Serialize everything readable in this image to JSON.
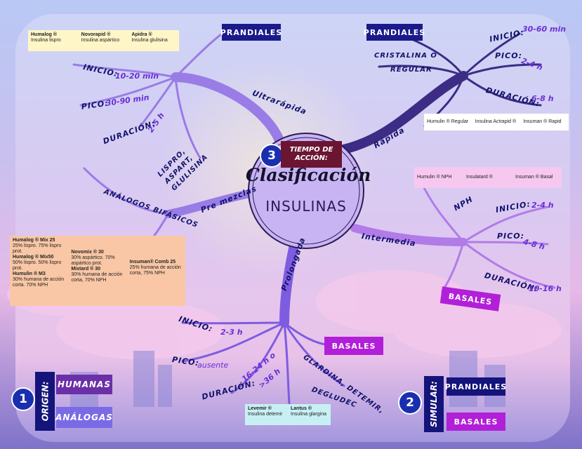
{
  "center": {
    "title": "Clasificación",
    "subtitle": "INSULINAS",
    "badge_number": "3",
    "badge_label": "TIEMPO DE ACCIÓN:"
  },
  "ultrarapida": {
    "branch_label": "Ultrarápida",
    "tag": "PRANDIALES",
    "agents": "LISPRO, ASPART, GLULISINA",
    "onset_label": "INICIO:",
    "onset_value": "10-20 min",
    "peak_label": "PICO:",
    "peak_value": "30-90 min",
    "duration_label": "DURACIÓN:",
    "duration_value": "2-5 h",
    "brands": [
      {
        "name": "Humalog ®",
        "desc": "Insulina lispro"
      },
      {
        "name": "Novorapid ®",
        "desc": "Insulina aspártico"
      },
      {
        "name": "Apidra ®",
        "desc": "Insulina glulisina"
      }
    ]
  },
  "rapida": {
    "branch_label": "Rápida",
    "tag": "PRANDIALES",
    "agent_line1": "CRISTALINA O",
    "agent_line2": "REGULAR",
    "onset_label": "INICIO:",
    "onset_value": "30-60 min",
    "peak_label": "PICO:",
    "peak_value": "2-4 h",
    "duration_label": "DURACIÓN:",
    "duration_value": "6-8 h",
    "brands": [
      "Humulin ® Regular",
      "Insulina Actrapid ®",
      "Insuman ® Rapid"
    ]
  },
  "premezclas": {
    "branch_label": "Pre mezclas",
    "agents": "ANÁLOGOS BIFÁSICOS",
    "brands": [
      {
        "lines": [
          {
            "b": "Humalog ® Mix 25",
            "t": "25% lispro. 75% lispro prot."
          },
          {
            "b": "Humalog ® Mix50",
            "t": "50% lispro. 50% lispro prot."
          },
          {
            "b": "Humulin ® M3",
            "t": "30% humana de acción corta. 70% NPH"
          }
        ]
      },
      {
        "lines": [
          {
            "b": "Novomix ® 30",
            "t": "30% aspártico. 70% aspártico prot."
          },
          {
            "b": "Mixtard ® 30",
            "t": "30% humana de acción corta, 70% NPH"
          }
        ]
      },
      {
        "lines": [
          {
            "b": "Insuman® Comb 25",
            "t": "25% humana de acción corta, 75% NPH"
          }
        ]
      }
    ]
  },
  "intermedia": {
    "branch_label": "Intermedia",
    "agent": "NPH",
    "tag": "BASALES",
    "onset_label": "INICIO:",
    "onset_value": "2-4 h",
    "peak_label": "PICO:",
    "peak_value": "4-8 h",
    "duration_label": "DURACIÓN:",
    "duration_value": "10-16 h",
    "brands": [
      "Humulin ® NPH",
      "Insulatard ®",
      "Insuman ® Basal"
    ]
  },
  "prolongada": {
    "branch_label": "Prolongada",
    "agents_line1": "GLARDINA, DETEMIR,",
    "agents_line2": "DEGLUDEC",
    "tag": "BASALES",
    "onset_label": "INICIO:",
    "onset_value": "2-3 h",
    "peak_label": "PICO:",
    "peak_value": "ausente",
    "duration_label": "DURACIÓN:",
    "duration_value": "16-24 h o",
    "duration_value2": ">36 h",
    "brands": [
      {
        "name": "Levemir ®",
        "desc": "Insulina detemir"
      },
      {
        "name": "Lantus ®",
        "desc": "Insulina glargina"
      }
    ]
  },
  "origen": {
    "badge_number": "1",
    "label": "ORIGEN:",
    "options": [
      "HUMANAS",
      "ANÁLOGAS"
    ]
  },
  "simular": {
    "badge_number": "2",
    "label": "SIMULAR:",
    "options": [
      "PRANDIALES",
      "BASALES"
    ]
  },
  "colors": {
    "navy": "#14147a",
    "purple": "#7a2fd6",
    "magenta": "#b21fd8",
    "maroon": "#6b1533",
    "badge_blue": "#1a2fb0"
  }
}
